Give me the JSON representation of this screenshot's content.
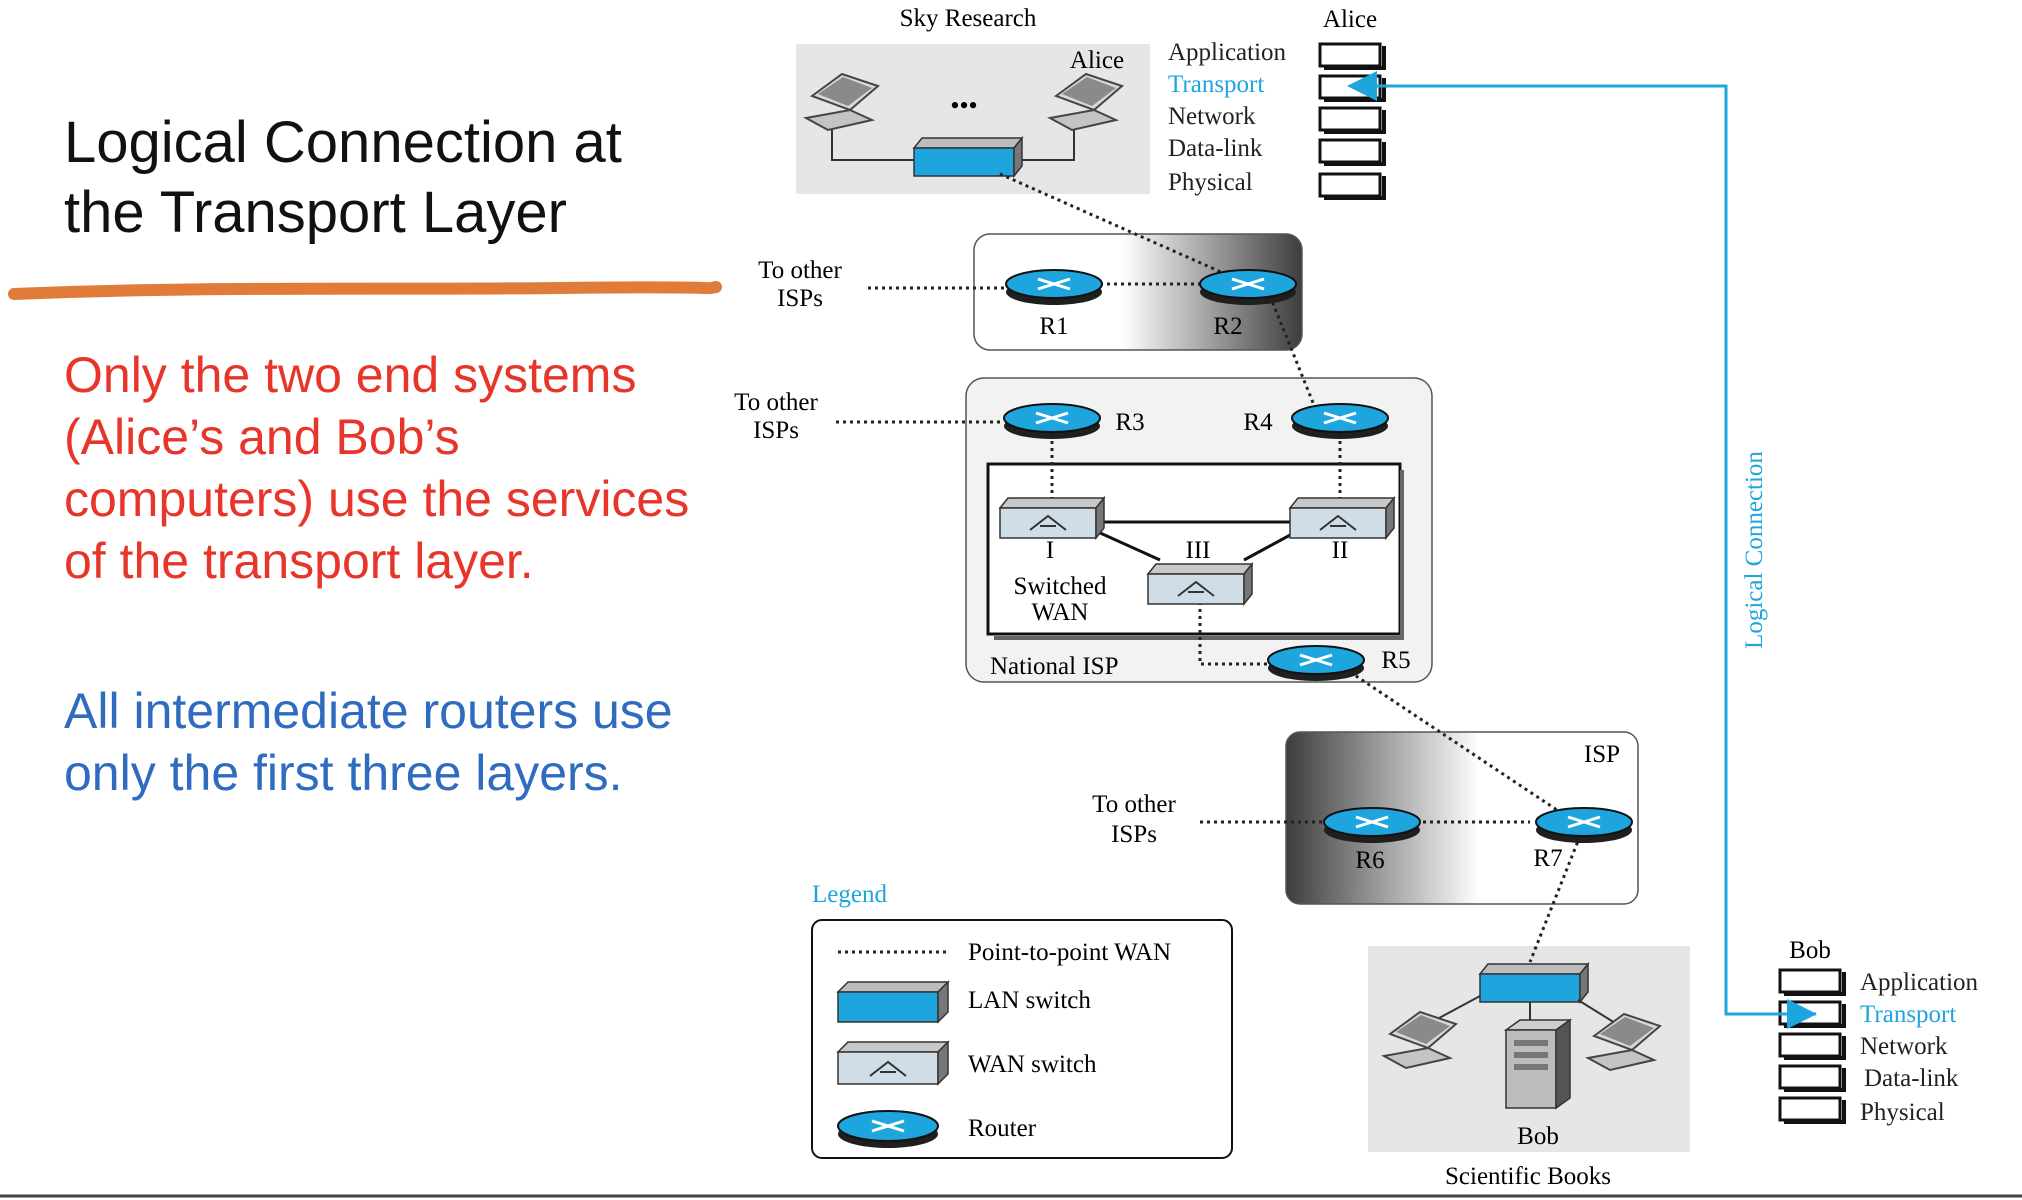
{
  "slide": {
    "title": "Logical Connection at the Transport Layer",
    "paragraph_1": "Only the two end systems (Alice’s and Bob’s computers) use the services of the transport layer.",
    "paragraph_2": "All intermediate routers use only the first three layers.",
    "colors": {
      "red_text": "#e8352a",
      "blue_text": "#2f6cc0",
      "underline": "#e07b39",
      "accent": "#1ea5dd"
    }
  },
  "diagram": {
    "sky_research": {
      "label": "Sky Research",
      "host": "Alice",
      "dots": "•••"
    },
    "alice_stack": {
      "title": "Alice",
      "layers": [
        "Application",
        "Transport",
        "Network",
        "Data-link",
        "Physical"
      ],
      "highlight": "Transport"
    },
    "bob_stack": {
      "title": "Bob",
      "layers": [
        "Application",
        "Transport",
        "Network",
        "Data-link",
        "Physical"
      ],
      "highlight": "Transport"
    },
    "logical_connection": "Logical Connection",
    "to_other_isps": [
      "To other",
      "ISPs"
    ],
    "routers": {
      "r1": "R1",
      "r2": "R2",
      "r3": "R3",
      "r4": "R4",
      "r5": "R5",
      "r6": "R6",
      "r7": "R7"
    },
    "wan_switches": {
      "s1": "I",
      "s2": "II",
      "s3": "III"
    },
    "switched_wan": [
      "Switched",
      "WAN"
    ],
    "national_isp": "National ISP",
    "isp": "ISP",
    "bob_site": {
      "host": "Bob",
      "label": "Scientific Books"
    },
    "legend": {
      "title": "Legend",
      "items": [
        "Point-to-point WAN",
        "LAN switch",
        "WAN switch",
        "Router"
      ]
    }
  }
}
